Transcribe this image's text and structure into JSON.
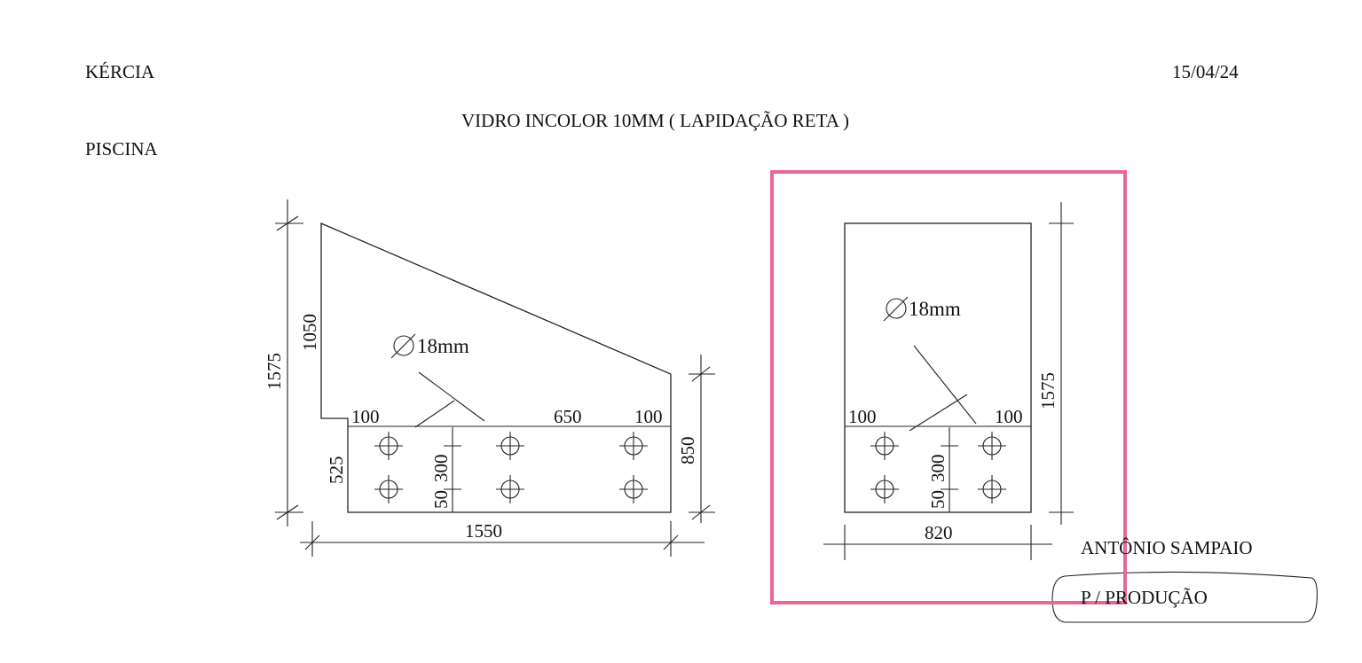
{
  "header": {
    "client": "KÉRCIA",
    "date": "15/04/24",
    "title": "VIDRO INCOLOR 10MM ( LAPIDAÇÃO RETA )",
    "location": "PISCINA"
  },
  "piece_left": {
    "dim_total_height": "1575",
    "dim_upper_height": "1050",
    "dim_lower_height": "525",
    "dim_right_height": "850",
    "dim_width": "1550",
    "dim_edge_left": "100",
    "dim_hole_spacing": "650",
    "dim_edge_right": "100",
    "dim_hole_vertical": "300",
    "dim_hole_bottom": "50",
    "hole_diameter": "18mm"
  },
  "piece_right": {
    "dim_height": "1575",
    "dim_width": "820",
    "dim_edge_left": "100",
    "dim_edge_right": "100",
    "dim_hole_vertical": "300",
    "dim_hole_bottom": "50",
    "hole_diameter": "18mm"
  },
  "footer": {
    "signature": "ANTÔNIO SAMPAIO",
    "stamp": "P / PRODUÇÃO"
  },
  "colors": {
    "highlight": "#e8679a",
    "ink": "#222222"
  }
}
